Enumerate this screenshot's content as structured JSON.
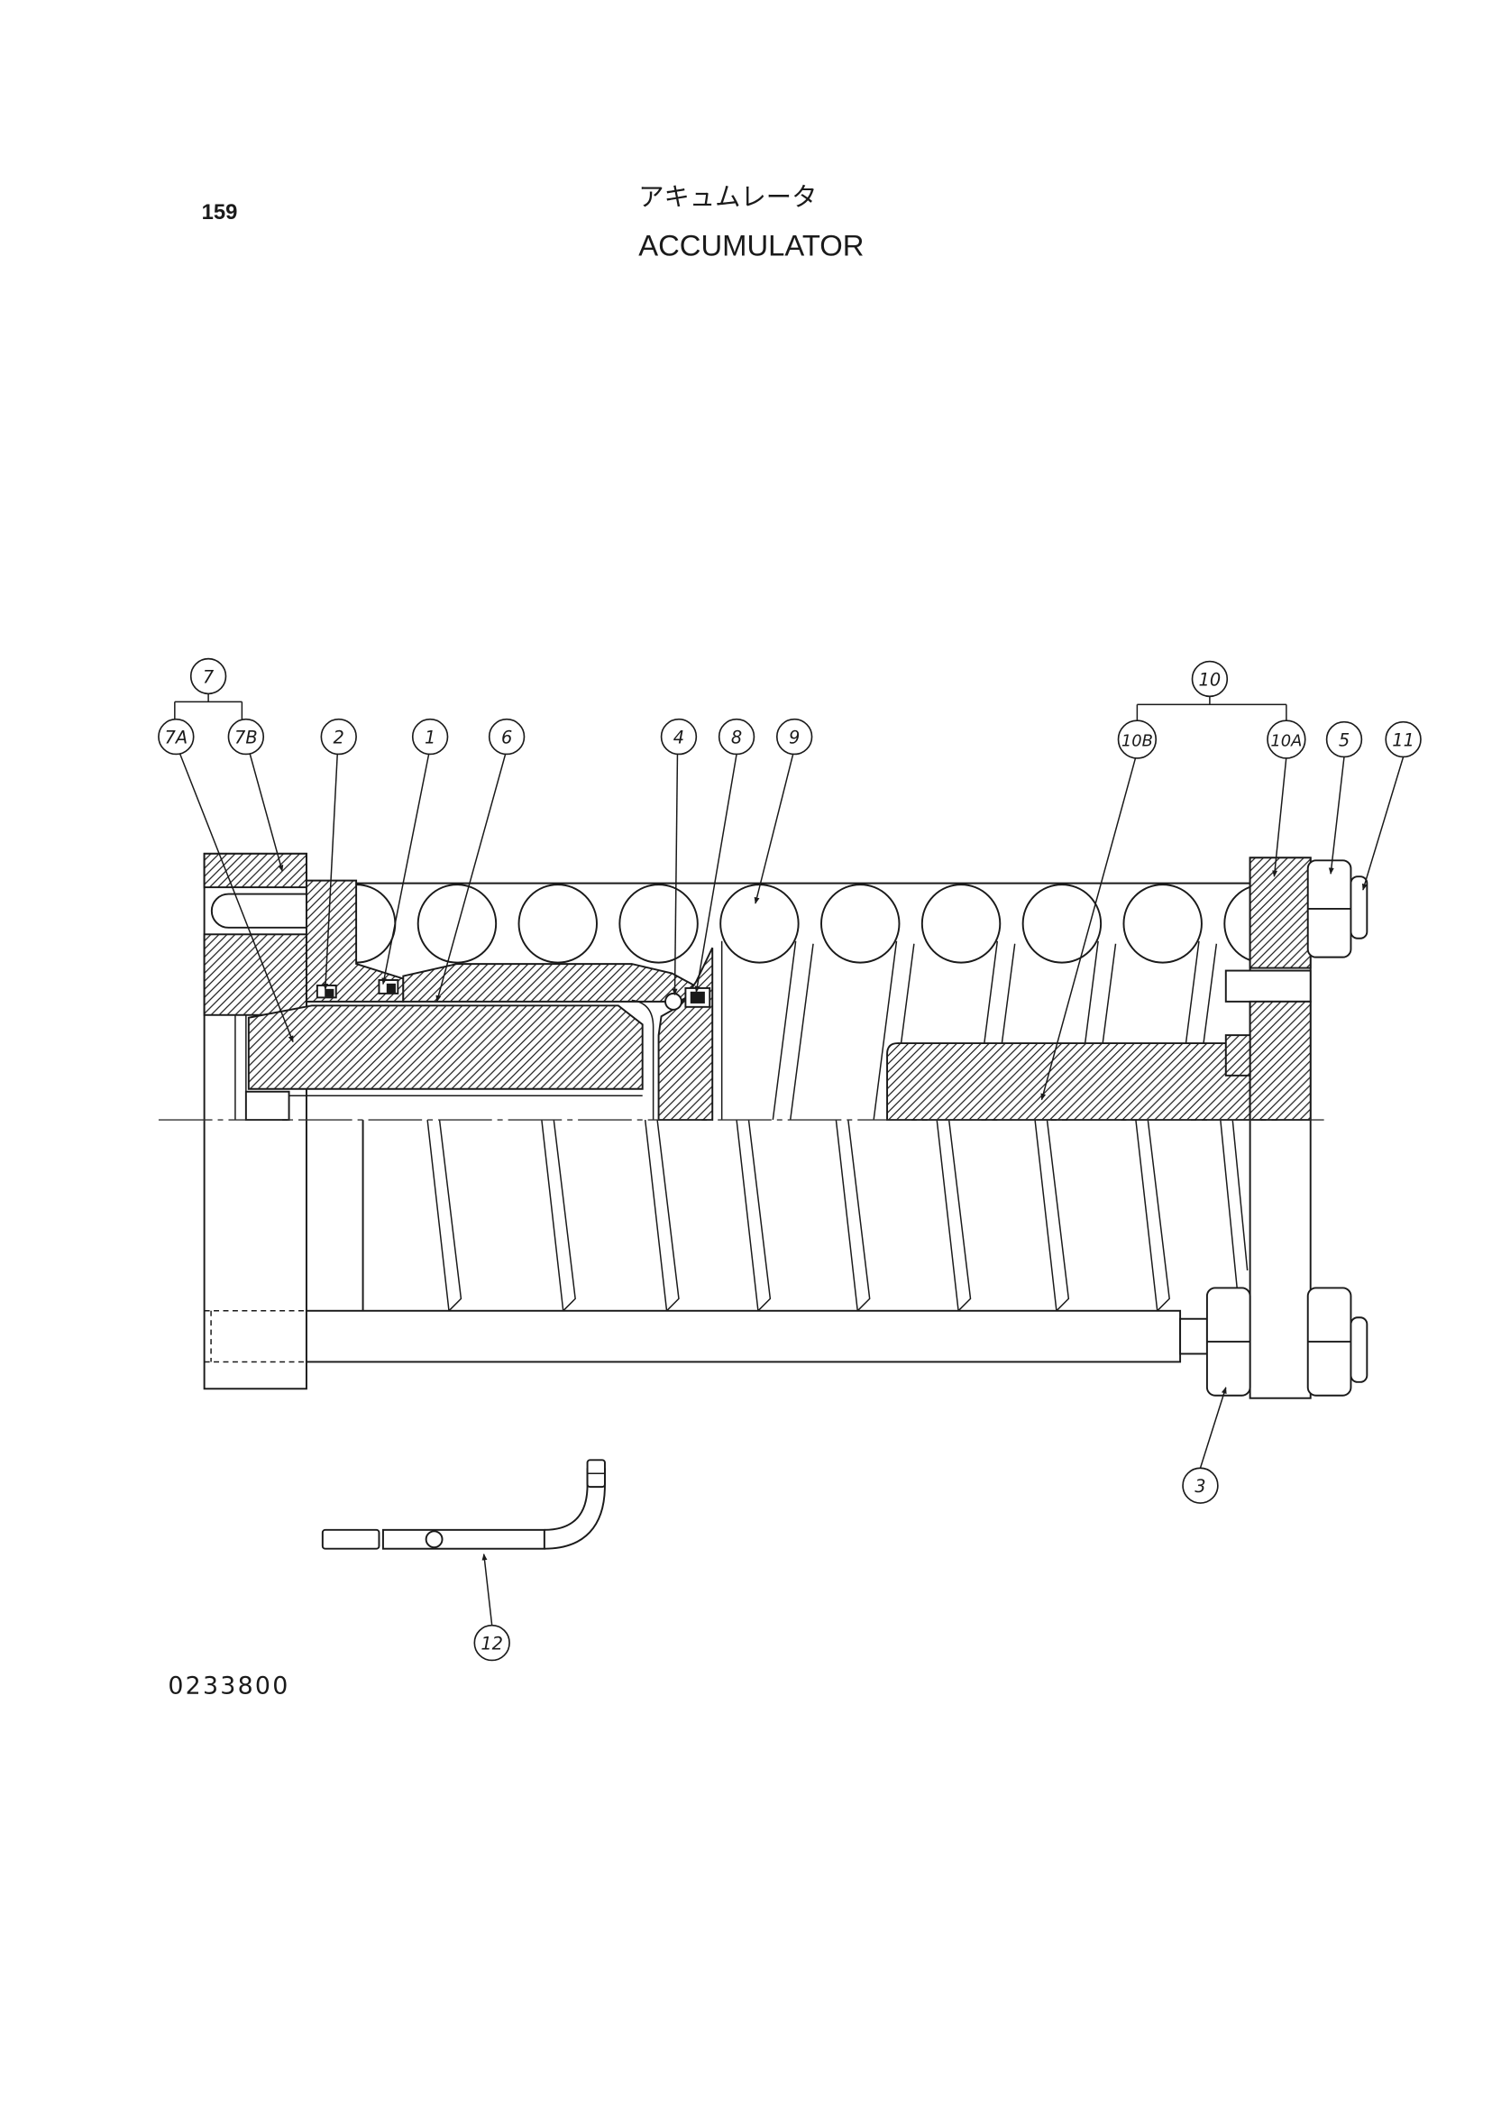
{
  "header": {
    "page_number": "159",
    "title_ja": "アキュムレータ",
    "title_en": "ACCUMULATOR"
  },
  "callouts": {
    "c7": "7",
    "c7A": "7A",
    "c7B": "7B",
    "c2": "2",
    "c1": "1",
    "c6": "6",
    "c4": "4",
    "c8": "8",
    "c9": "9",
    "c10": "10",
    "c10B": "10B",
    "c10A": "10A",
    "c5": "5",
    "c11": "11",
    "c3": "3",
    "c12": "12"
  },
  "drawing_number": "0233800"
}
